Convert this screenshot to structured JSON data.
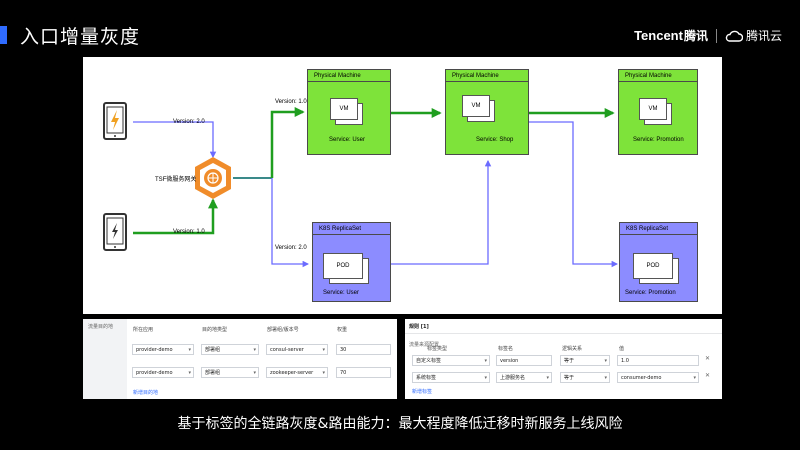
{
  "slide": {
    "title": "入口增量灰度",
    "caption": "基于标签的全链路灰度&路由能力：最大程度降低迁移时新服务上线风险"
  },
  "brand": {
    "tencent": "Tencent",
    "tencent_cn": "腾讯",
    "cloud": "腾讯云"
  },
  "diagram": {
    "gateway_label": "TSF微服务网关",
    "edges": {
      "v20_top": "Version: 2.0",
      "v10_bottom": "Version: 1.0",
      "v10_up": "Version: 1.0",
      "v20_down": "Version: 2.0"
    },
    "boxes": [
      {
        "title": "Physical Machine",
        "inner": "VM",
        "service": "Service: User"
      },
      {
        "title": "Physical Machine",
        "inner": "VM",
        "service": "Service: Shop"
      },
      {
        "title": "Physical Machine",
        "inner": "VM",
        "service": "Service: Promotion"
      },
      {
        "title": "K8S ReplicaSet",
        "inner": "POD",
        "service": "Service: User"
      },
      {
        "title": "K8S ReplicaSet",
        "inner": "POD",
        "service": "Service: Promotion"
      }
    ],
    "colors": {
      "green": "#7ee33a",
      "purple": "#8c8cff",
      "gateway": "#f08c2a"
    }
  },
  "form_left": {
    "side_label": "流量目的地",
    "headers": [
      "所在应用",
      "目的地类型",
      "部署组/版本号",
      "权重"
    ],
    "rows": [
      {
        "app": "provider-demo",
        "type": "部署组",
        "group": "consul-server",
        "weight": "30"
      },
      {
        "app": "provider-demo",
        "type": "部署组",
        "group": "zookeeper-server",
        "weight": "70"
      }
    ],
    "add_link": "新增目的地"
  },
  "form_right": {
    "title": "规则 [1]",
    "side_label": "流量来源配置",
    "headers": [
      "标签类型",
      "标签名",
      "逻辑关系",
      "值"
    ],
    "rows": [
      {
        "type": "自定义标签",
        "name": "version",
        "logic": "等于",
        "value": "1.0"
      },
      {
        "type": "系统标签",
        "name": "上游服务名",
        "logic": "等于",
        "value": "consumer-demo"
      }
    ],
    "add_link": "新增标签"
  }
}
